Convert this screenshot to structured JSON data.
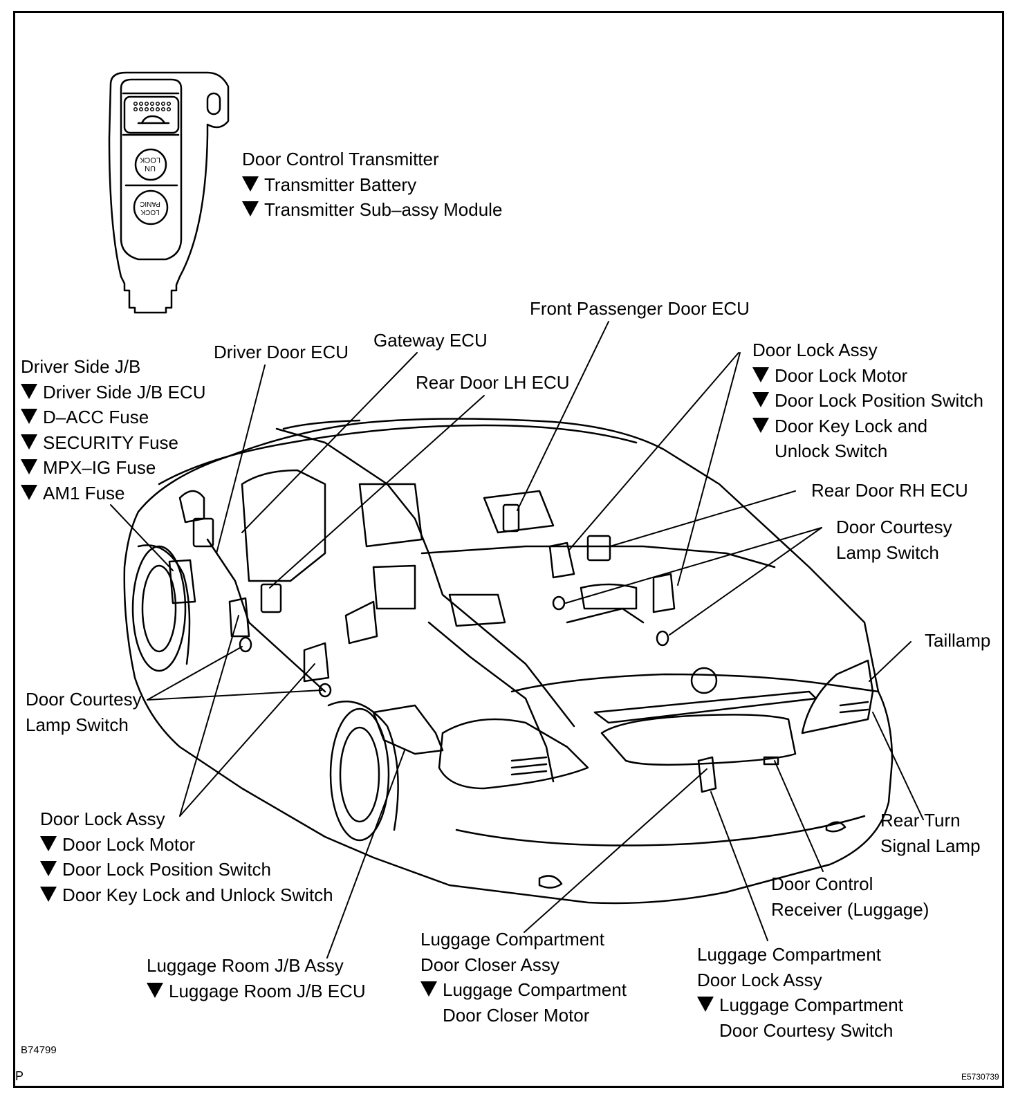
{
  "labels": {
    "transmitter": {
      "title": "Door Control Transmitter",
      "items": [
        "Transmitter Battery",
        "Transmitter Sub–assy Module"
      ]
    },
    "front_passenger_door_ecu": "Front Passenger Door ECU",
    "gateway_ecu": "Gateway ECU",
    "driver_door_ecu": "Driver Door ECU",
    "rear_door_lh_ecu": "Rear Door LH ECU",
    "driver_side_jb": {
      "title": "Driver Side J/B",
      "items": [
        "Driver Side J/B ECU",
        "D–ACC Fuse",
        "SECURITY Fuse",
        "MPX–IG Fuse",
        "AM1 Fuse"
      ]
    },
    "door_lock_assy_right": {
      "title": "Door Lock Assy",
      "items": [
        "Door Lock Motor",
        "Door Lock Position Switch",
        "Door Key Lock and"
      ],
      "continuation": "Unlock Switch"
    },
    "rear_door_rh_ecu": "Rear Door RH ECU",
    "door_courtesy_right": [
      "Door Courtesy",
      "Lamp Switch"
    ],
    "taillamp": "Taillamp",
    "door_courtesy_left": [
      "Door Courtesy",
      "Lamp Switch"
    ],
    "door_lock_assy_left": {
      "title": "Door Lock Assy",
      "items": [
        "Door Lock Motor",
        "Door Lock Position Switch",
        "Door Key Lock and Unlock Switch"
      ]
    },
    "rear_turn_signal": [
      "Rear Turn",
      "Signal Lamp"
    ],
    "door_control_receiver": [
      "Door Control",
      "Receiver (Luggage)"
    ],
    "luggage_room_jb": {
      "title": "Luggage Room J/B Assy",
      "items": [
        "Luggage Room J/B ECU"
      ]
    },
    "luggage_closer": {
      "lines": [
        "Luggage Compartment",
        "Door Closer Assy"
      ],
      "item": "Luggage Compartment",
      "item_cont": "Door Closer Motor"
    },
    "luggage_lock": {
      "lines": [
        "Luggage Compartment",
        "Door Lock Assy"
      ],
      "item": "Luggage Compartment",
      "item_cont": "Door Courtesy Switch"
    }
  },
  "key_fob": {
    "button_unlock": "UN LOCK",
    "button_panic": "LOCK PANIC"
  },
  "footer": {
    "code": "B74799",
    "corner": "P",
    "ref": "E5730739"
  }
}
